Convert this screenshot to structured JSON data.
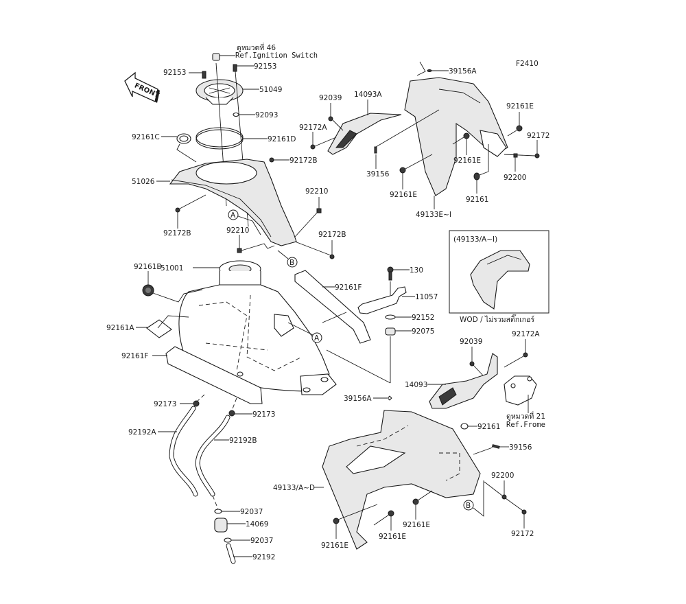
{
  "diagram": {
    "figure_code": "F2410",
    "front_arrow_text": "FRONT",
    "ref_notes": {
      "ignition_thai": "ดูหมวดที่ 46",
      "ignition_en": "Ref.Ignition Switch",
      "frame_thai": "ดูหมวดที่ 21",
      "frame_en": "Ref.Frome"
    },
    "inset": {
      "title": "(49133/A~I)",
      "caption": "WOD / ไม่รวมสติ๊กเกอร์"
    },
    "connectors": [
      "A",
      "B"
    ],
    "labels": {
      "p92153_left": "92153",
      "p92153_right": "92153",
      "p51049": "51049",
      "p92093": "92093",
      "p92161C": "92161C",
      "p92161D": "92161D",
      "p92172B_top": "92172B",
      "p51026": "51026",
      "p92172B_left": "92172B",
      "p92210_right": "92210",
      "p92210_mid": "92210",
      "p92172B_right": "92172B",
      "p51001": "51001",
      "p92161B": "92161B",
      "p92161F_right": "92161F",
      "p92161A": "92161A",
      "p92161F_left": "92161F",
      "p92173_left": "92173",
      "p92173_right": "92173",
      "p92192A": "92192A",
      "p92192B": "92192B",
      "p92037_top": "92037",
      "p14069": "14069",
      "p92037_bottom": "92037",
      "p92192": "92192",
      "p39156A_top": "39156A",
      "p14093A": "14093A",
      "p92039_top": "92039",
      "p92172A_top": "92172A",
      "p39156_top": "39156",
      "p92161E_top_left": "92161E",
      "p92161E_top_mid": "92161E",
      "p92161E_top_right": "92161E",
      "p92172_top": "92172",
      "p92200_top": "92200",
      "p92161_top": "92161",
      "p49133E_I": "49133E~I",
      "p130": "130",
      "p11057": "11057",
      "p92152": "92152",
      "p92075": "92075",
      "p92039_bottom": "92039",
      "p92172A_bottom": "92172A",
      "p14093": "14093",
      "p39156A_bottom": "39156A",
      "p92161_bottom": "92161",
      "p39156_bottom": "39156",
      "p49133A_D": "49133/A~D",
      "p92200_bottom": "92200",
      "p92161E_b1": "92161E",
      "p92161E_b2": "92161E",
      "p92161E_b3": "92161E",
      "p92172_bottom": "92172"
    }
  }
}
